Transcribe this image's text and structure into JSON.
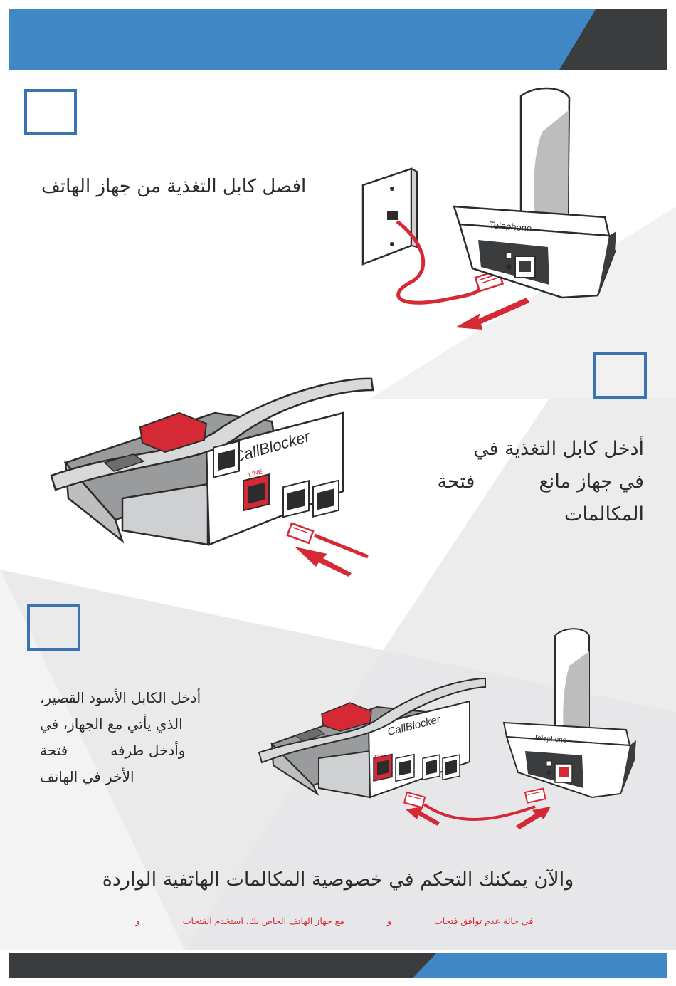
{
  "colors": {
    "accent_blue": "#3f88c5",
    "dark": "#3b3c3e",
    "red": "#d52a36",
    "box_border": "#3a73b4"
  },
  "steps": [
    {
      "text": "افصل كابل التغذية من جهاز الهاتف"
    },
    {
      "text_line1": "أدخل كابل التغذية في",
      "text_line2_a": "فتحة",
      "text_line2_b": "في جهاز مانع",
      "text_line3": "المكالمات"
    },
    {
      "text_line1": "أدخل الكابل الأسود القصير،",
      "text_line2": "الذي يأتي مع الجهاز، في",
      "text_line3_a": "فتحة",
      "text_line3_b": "وأدخل طرفه",
      "text_line4": "الأخر في الهاتف"
    }
  ],
  "illustrations": {
    "telephone_label": "Telephone",
    "callblocker_label": "CallBlocker",
    "line_port_label": "LINE",
    "tel_port_label": "TEL"
  },
  "tagline": "والآن يمكنك التحكم في خصوصية المكالمات الهاتفية الواردة",
  "note": {
    "part1": "في حالة عدم توافق فتحات",
    "part2": "و",
    "part3": "مع جهاز الهاتف الخاص بك، استخدم الفتحات",
    "part4": "و"
  }
}
